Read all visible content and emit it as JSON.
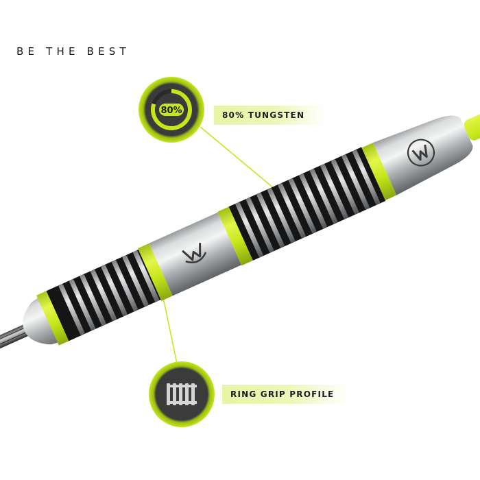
{
  "tagline": "BE THE BEST",
  "callouts": {
    "tungsten": {
      "badge_text": "80%",
      "label": "80% TUNGSTEN",
      "icon": "tungsten-percentage-gauge-icon"
    },
    "grip": {
      "label": "RING GRIP PROFILE",
      "icon": "ring-grip-profile-icon"
    }
  },
  "product": {
    "type": "steel-tip dart barrel",
    "logo_icon": "mvg-logo-icon",
    "emblem_icon": "winmau-w-emblem-icon"
  },
  "colors": {
    "accent_lime": "#c6e61c",
    "badge_dark": "#3b3b3b",
    "barrel_steel": "#b9bcbe",
    "grip_black": "#151515",
    "label_bg": "#e7f5a6"
  }
}
